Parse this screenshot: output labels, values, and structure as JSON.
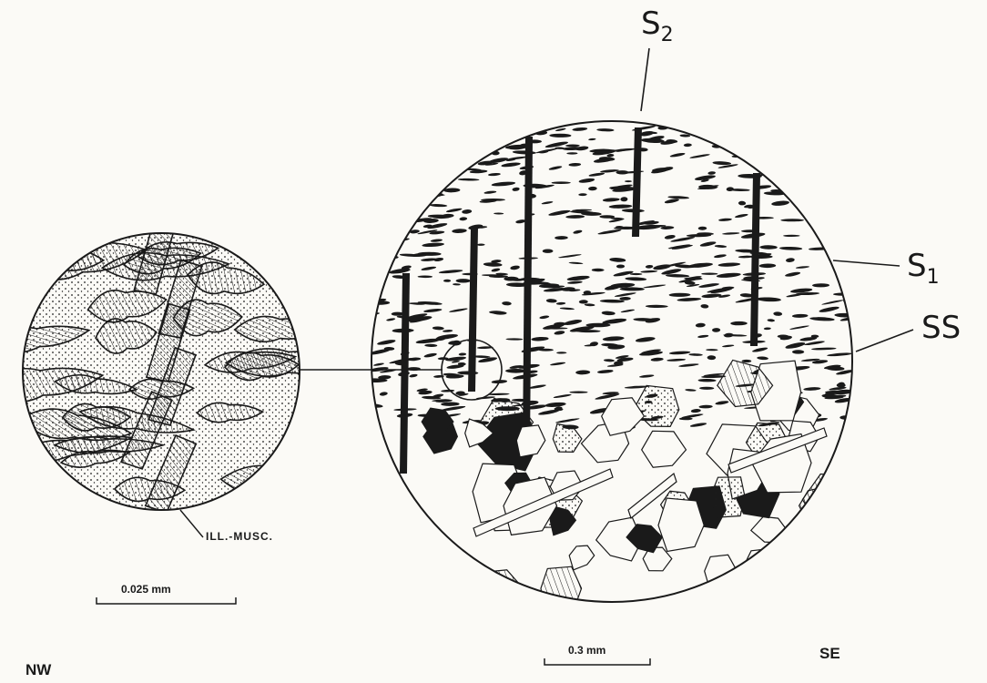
{
  "labels": {
    "s2": {
      "main": "S",
      "sub": "2"
    },
    "s1": {
      "main": "S",
      "sub": "1"
    },
    "ss": "SS",
    "mineral": "ILL.-MUSC.",
    "scale_small": "0.025 mm",
    "scale_large": "0.3 mm",
    "nw": "NW",
    "se": "SE"
  },
  "colors": {
    "ink": "#1a1a1a",
    "paper": "#fbfaf6"
  }
}
